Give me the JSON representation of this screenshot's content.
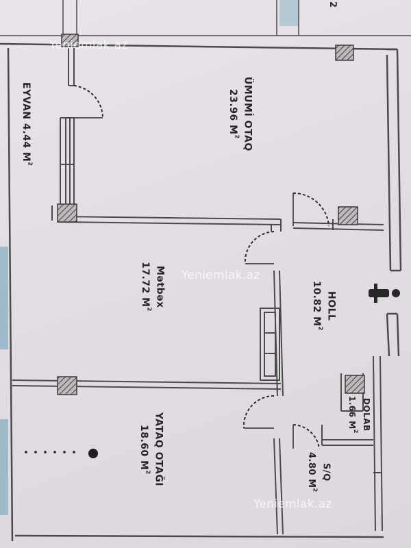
{
  "watermark": "Yeniemlak.az",
  "corner_mark": "2",
  "sqm_sup": "2",
  "rooms": [
    {
      "id": "umumi-otaq",
      "name": "ÜMUMİ OTAQ",
      "area": "23.96 M"
    },
    {
      "id": "eyvan",
      "name": "EYVAN 4.44 M",
      "area": ""
    },
    {
      "id": "metbex",
      "name": "Mətbəx",
      "area": "17.72 M"
    },
    {
      "id": "holl",
      "name": "HOLL",
      "area": "10.82 M"
    },
    {
      "id": "dolab",
      "name": "DOLAB",
      "area": "1.66 M"
    },
    {
      "id": "yataq-otagi",
      "name": "YATAQ OTAĞI",
      "area": "18.60 M"
    },
    {
      "id": "s-q",
      "name": "S/Q",
      "area": "4.80 M"
    }
  ],
  "colors": {
    "paper": "#e6e1e6",
    "wall": "#4a4a4a",
    "glass": "#8fb2c3"
  }
}
